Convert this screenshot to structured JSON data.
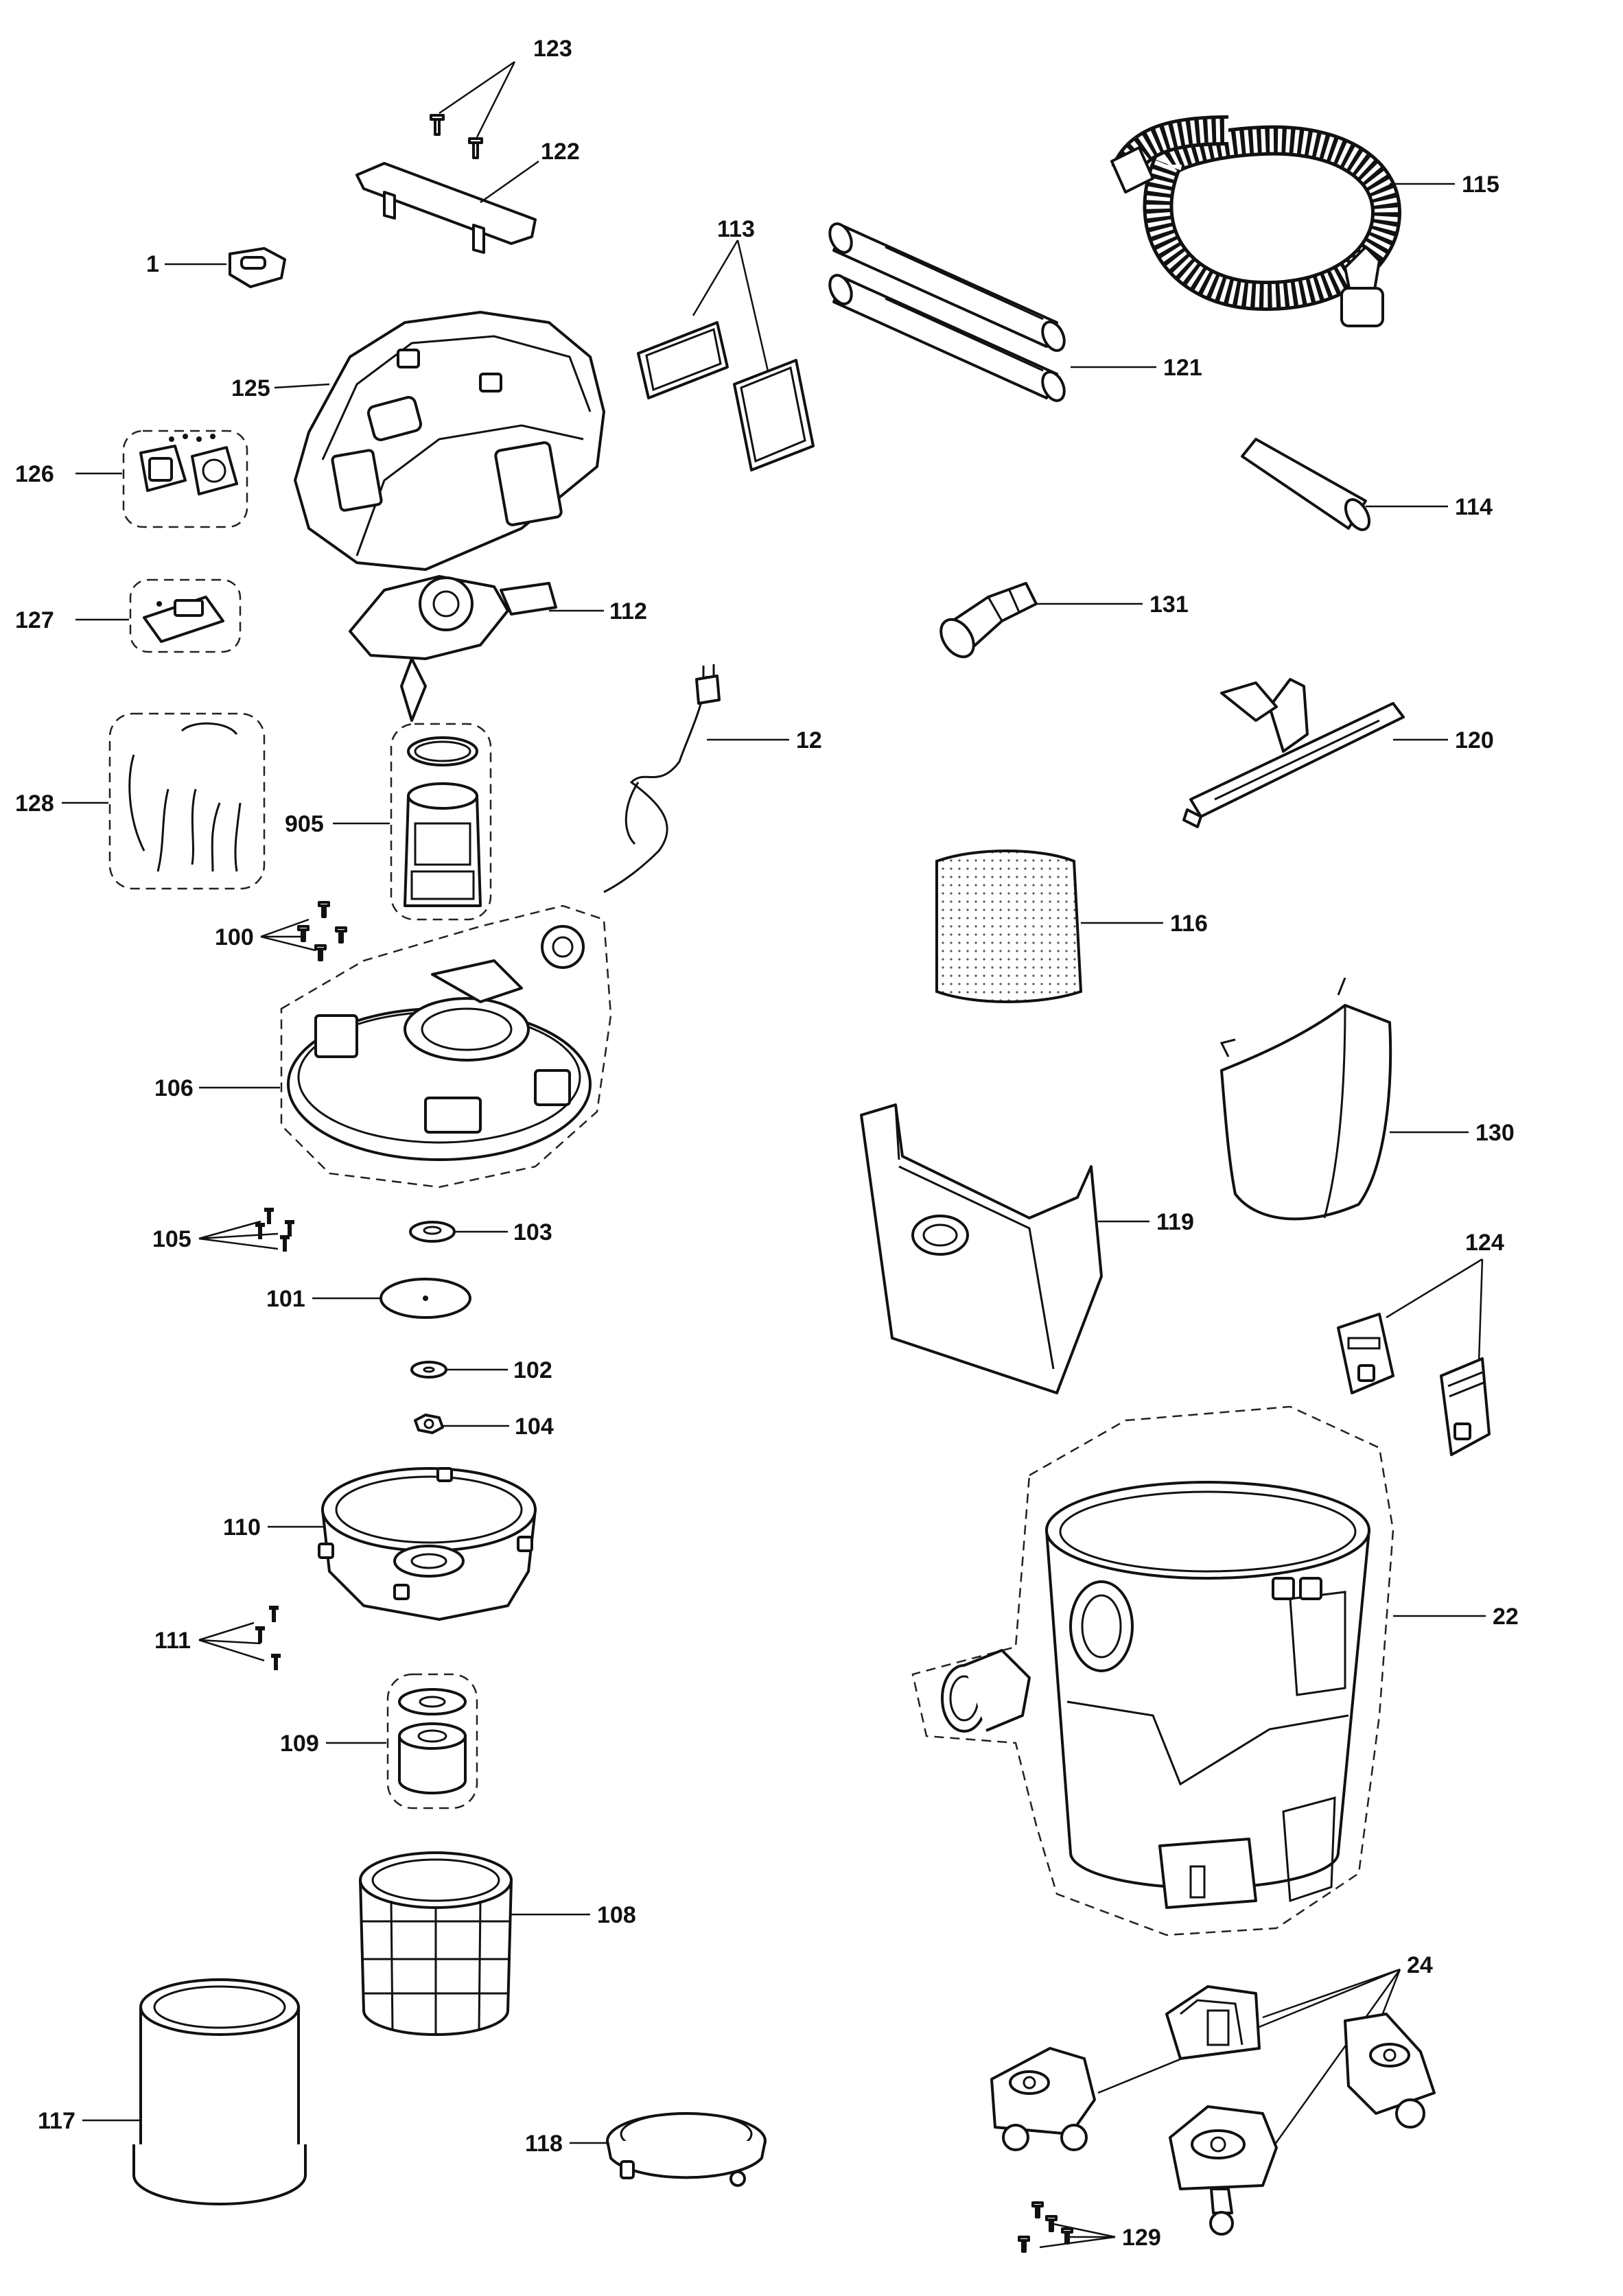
{
  "labels": {
    "p1": "1",
    "p12": "12",
    "p22": "22",
    "p24": "24",
    "p100": "100",
    "p101": "101",
    "p102": "102",
    "p103": "103",
    "p104": "104",
    "p105": "105",
    "p106": "106",
    "p108": "108",
    "p109": "109",
    "p110": "110",
    "p111": "111",
    "p112": "112",
    "p113": "113",
    "p114": "114",
    "p115": "115",
    "p116": "116",
    "p117": "117",
    "p118": "118",
    "p119": "119",
    "p120": "120",
    "p121": "121",
    "p122": "122",
    "p123": "123",
    "p124": "124",
    "p125": "125",
    "p126": "126",
    "p127": "127",
    "p128": "128",
    "p129": "129",
    "p130": "130",
    "p131": "131",
    "p905": "905"
  }
}
